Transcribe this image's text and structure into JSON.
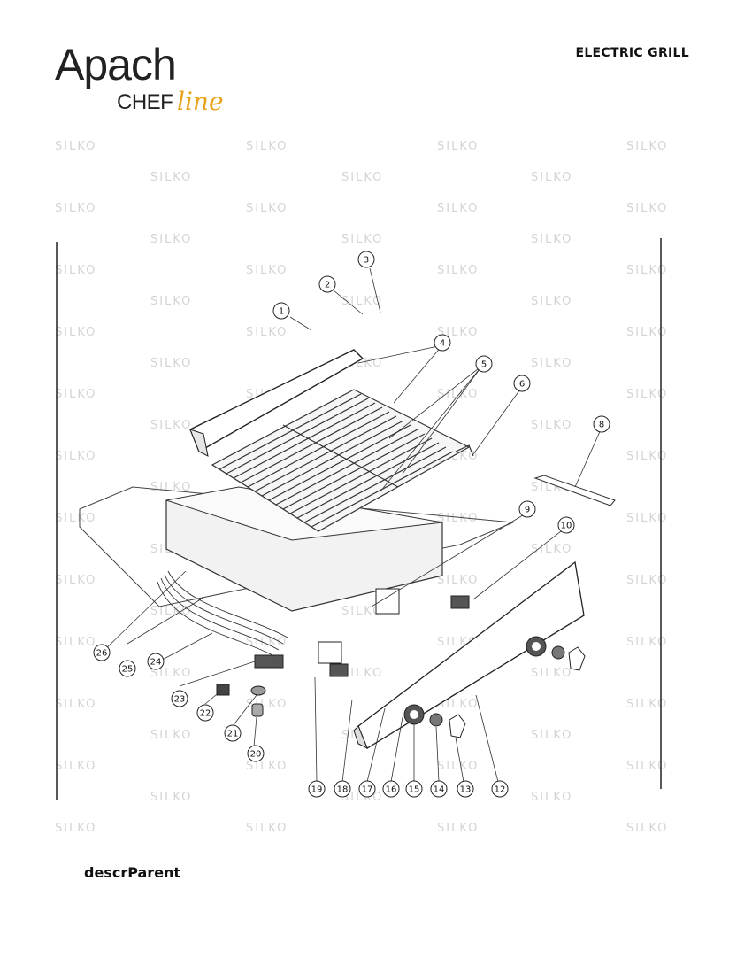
{
  "header": {
    "brand": "Apach",
    "brand_sub1": "CHEF",
    "brand_sub2": "line",
    "doc_title": "ELECTRIC GRILL"
  },
  "watermark_text": "SILKO",
  "callouts": [
    "1",
    "2",
    "3",
    "4",
    "5",
    "6",
    "8",
    "9",
    "10",
    "12",
    "13",
    "14",
    "15",
    "16",
    "17",
    "18",
    "19",
    "20",
    "21",
    "22",
    "23",
    "24",
    "25",
    "26"
  ],
  "footer": {
    "descr": "descrParent"
  }
}
